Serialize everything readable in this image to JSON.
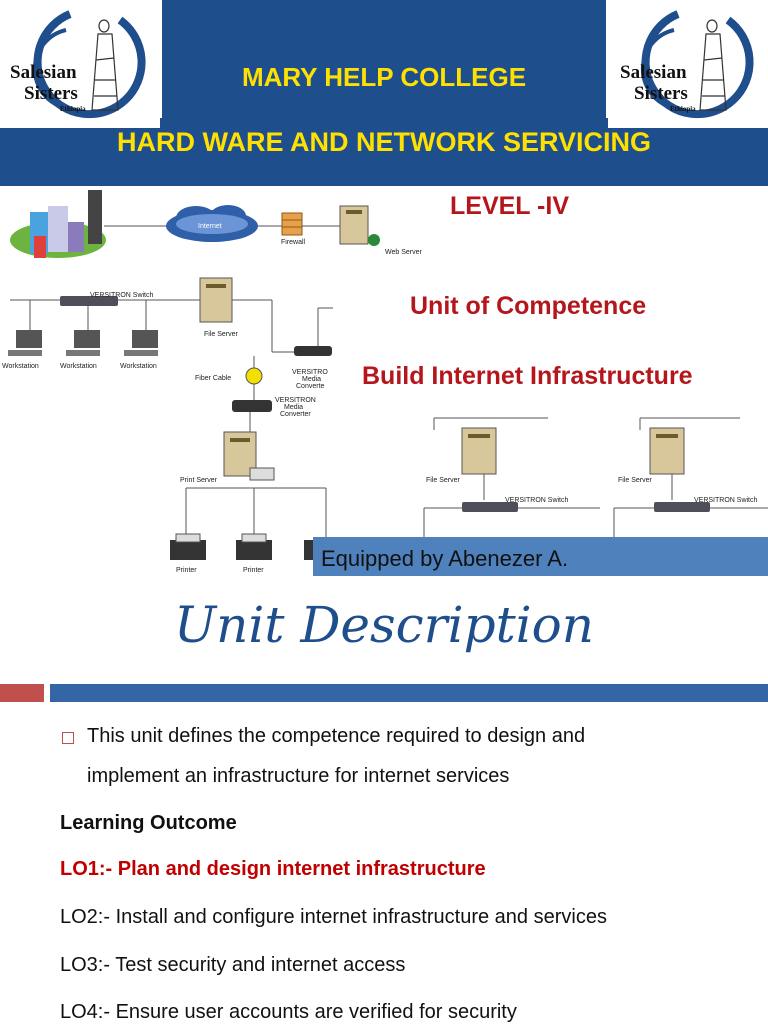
{
  "header": {
    "logo_text_line1": "Salesian",
    "logo_text_line2": "Sisters",
    "logo_text_line3": "Ethiopia",
    "college": "MARY HELP COLLEGE",
    "course": "HARD WARE AND NETWORK SERVICING"
  },
  "level": "LEVEL -IV",
  "unit_of_competence_label": "Unit of Competence",
  "unit_of_competence_title": "Build Internet Infrastructure",
  "equipped_by": "Equipped by Abenezer A.",
  "diagram": {
    "labels": {
      "internet": "Internet",
      "firewall": "Firewall",
      "web_server": "Web Server",
      "switch": "VERSITRON Switch",
      "file_server": "File Server",
      "workstation": "Workstation",
      "fiber_cable": "Fiber Cable",
      "media_converter_1": "VERSITRO",
      "media_converter_2": "Media",
      "media_converter_3": "Converte",
      "media_converter_b1": "VERSITRON",
      "media_converter_b2": "Media",
      "media_converter_b3": "Converter",
      "print_server": "Print Server",
      "printer": "Printer"
    }
  },
  "section": {
    "heading": "Unit Description",
    "description_line1": "This unit defines the competence required to design and",
    "description_line2": "implement an infrastructure for internet services",
    "learning_outcome_heading": "Learning Outcome",
    "outcomes": [
      "LO1:- Plan and design internet infrastructure",
      "LO2:- Install and configure internet infrastructure and services",
      "LO3:- Test security and internet access",
      "LO4:- Ensure user accounts are verified for security"
    ]
  },
  "colors": {
    "title_band": "#1f4e8c",
    "title_text": "#ffe100",
    "accent_red": "#b4161b",
    "equipped_band": "#4f81bd",
    "divider_red": "#c0504d",
    "divider_blue": "#3465a4"
  }
}
